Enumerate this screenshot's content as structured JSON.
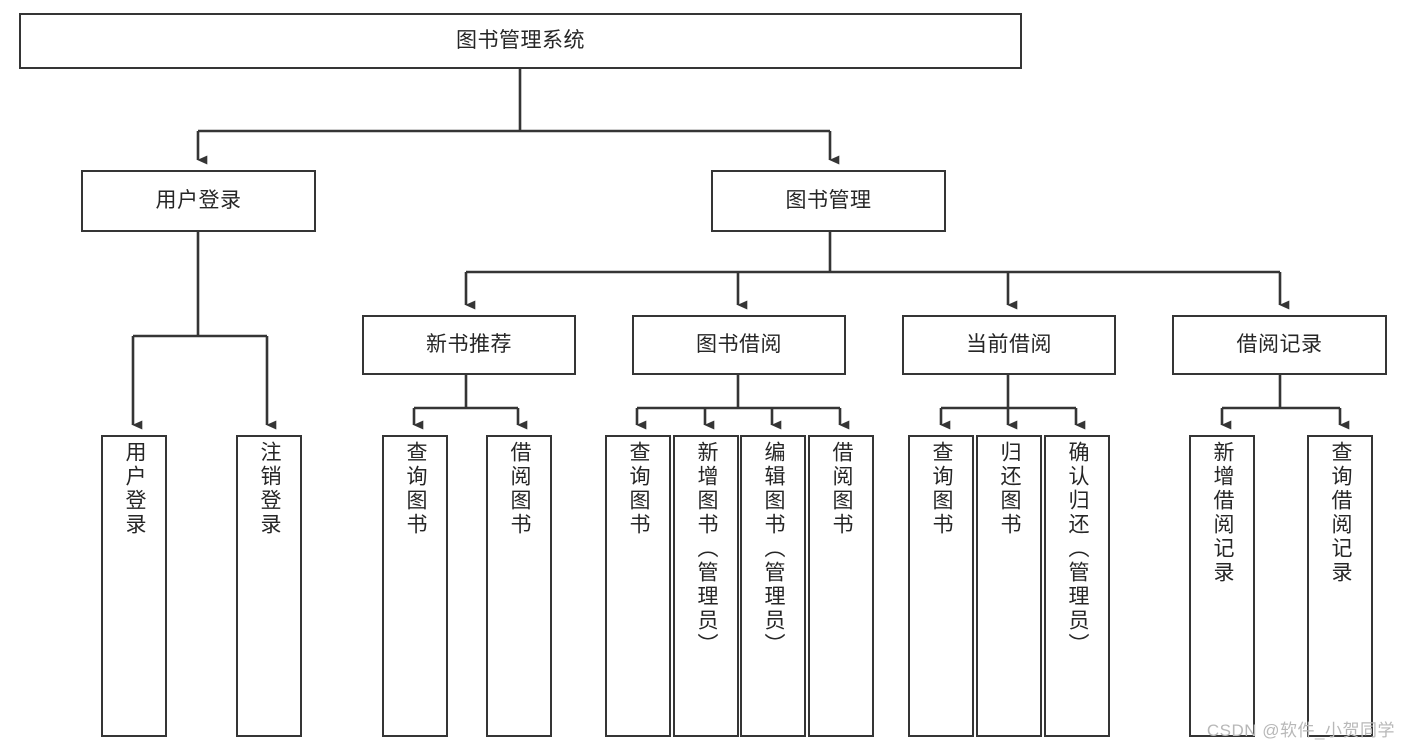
{
  "diagram": {
    "type": "tree-hierarchy",
    "title": "图书管理系统",
    "orientation": "top-down",
    "colors": {
      "box_border": "#353535",
      "box_fill": "#ffffff",
      "edge": "#353535",
      "text": "#262626",
      "watermark": "#b8b8b8"
    },
    "root": {
      "label": "图书管理系统"
    },
    "level2": [
      {
        "label": "用户登录"
      },
      {
        "label": "图书管理"
      }
    ],
    "level3": [
      {
        "label": "新书推荐"
      },
      {
        "label": "图书借阅"
      },
      {
        "label": "当前借阅"
      },
      {
        "label": "借阅记录"
      }
    ],
    "leaves": {
      "user_login": [
        {
          "label": "用户登录"
        },
        {
          "label": "注销登录"
        }
      ],
      "new_book_recommend": [
        {
          "label": "查询图书"
        },
        {
          "label": "借阅图书"
        }
      ],
      "book_borrow": [
        {
          "label": "查询图书"
        },
        {
          "label": "新增图书（管理员）"
        },
        {
          "label": "编辑图书（管理员）"
        },
        {
          "label": "借阅图书"
        }
      ],
      "current_borrow": [
        {
          "label": "查询图书"
        },
        {
          "label": "归还图书"
        },
        {
          "label": "确认归还（管理员）"
        }
      ],
      "borrow_record": [
        {
          "label": "新增借阅记录"
        },
        {
          "label": "查询借阅记录"
        }
      ]
    }
  },
  "watermark": {
    "text": "CSDN @软件_小贺同学"
  }
}
